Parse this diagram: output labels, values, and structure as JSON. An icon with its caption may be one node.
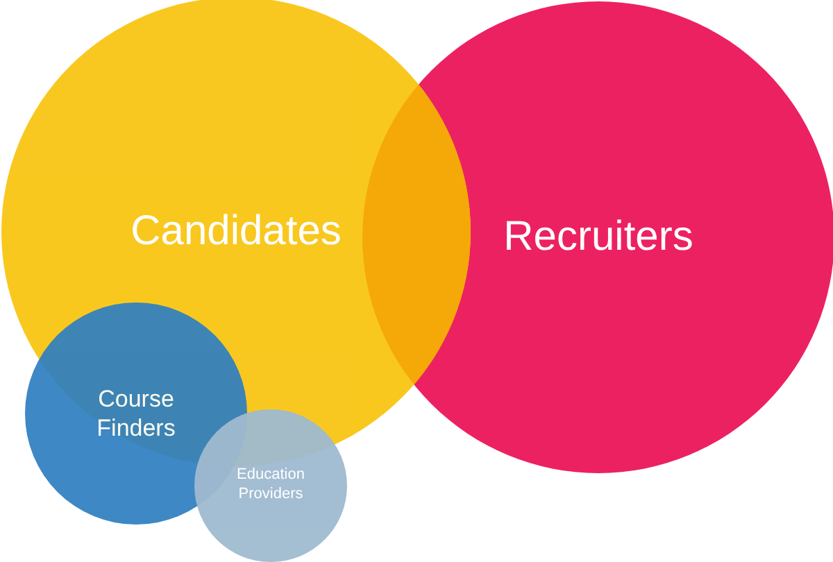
{
  "diagram": {
    "nodes": [
      {
        "text": [
          "Candidates"
        ]
      },
      {
        "text": [
          "Recruiters"
        ]
      },
      {
        "text": [
          "Course Finders"
        ]
      },
      {
        "text": [
          "Education Providers"
        ]
      }
    ]
  }
}
